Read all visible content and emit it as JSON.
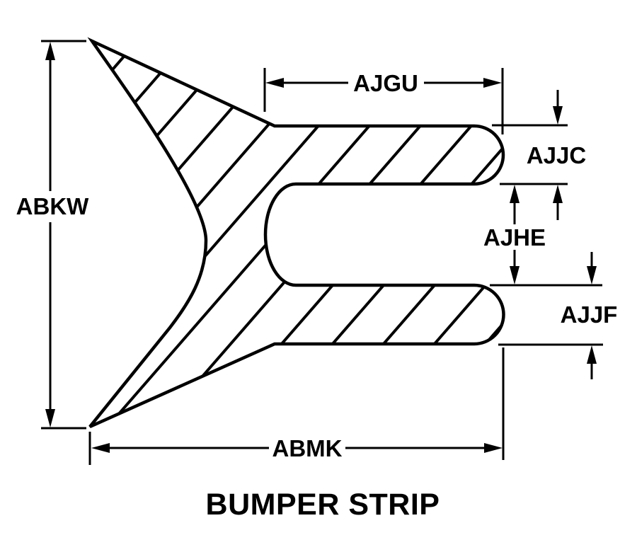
{
  "colors": {
    "ink": "#000000",
    "paper": "#ffffff"
  },
  "drawing": {
    "title": "BUMPER STRIP",
    "labels": {
      "abkw": "ABKW",
      "ajgu": "AJGU",
      "ajjc": "AJJC",
      "ajhe": "AJHE",
      "ajjf": "AJJF",
      "abmk": "ABMK"
    }
  }
}
